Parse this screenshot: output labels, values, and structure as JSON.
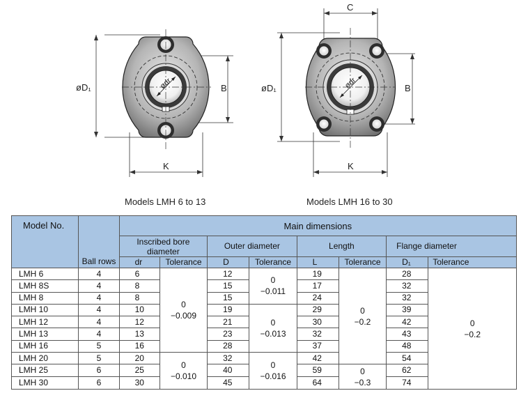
{
  "drawings": {
    "left": {
      "label_d1": "øD₁",
      "label_dr": "ødr",
      "label_b": "B",
      "label_k": "K",
      "caption": "Models LMH 6 to 13"
    },
    "right": {
      "label_c": "C",
      "label_d1": "øD₁",
      "label_dr": "ødr",
      "label_b": "B",
      "label_k": "K",
      "caption": "Models LMH 16 to 30"
    }
  },
  "table": {
    "headers": {
      "model": "Model No.",
      "ball_rows": "Ball rows",
      "main_dimensions": "Main dimensions",
      "inscribed_bore": "Inscribed bore diameter",
      "outer_diameter": "Outer diameter",
      "length": "Length",
      "flange_diameter": "Flange diameter",
      "dr": "dr",
      "d": "D",
      "l": "L",
      "d1": "D₁",
      "tolerance": "Tolerance"
    },
    "rows": [
      {
        "model": "LMH 6",
        "balls": "4",
        "dr": "6",
        "D": "12",
        "L": "19",
        "D1": "28"
      },
      {
        "model": "LMH 8S",
        "balls": "4",
        "dr": "8",
        "D": "15",
        "L": "17",
        "D1": "32"
      },
      {
        "model": "LMH 8",
        "balls": "4",
        "dr": "8",
        "D": "15",
        "L": "24",
        "D1": "32"
      },
      {
        "model": "LMH 10",
        "balls": "4",
        "dr": "10",
        "D": "19",
        "L": "29",
        "D1": "39"
      },
      {
        "model": "LMH 12",
        "balls": "4",
        "dr": "12",
        "D": "21",
        "L": "30",
        "D1": "42"
      },
      {
        "model": "LMH 13",
        "balls": "4",
        "dr": "13",
        "D": "23",
        "L": "32",
        "D1": "43"
      },
      {
        "model": "LMH 16",
        "balls": "5",
        "dr": "16",
        "D": "28",
        "L": "37",
        "D1": "48"
      },
      {
        "model": "LMH 20",
        "balls": "5",
        "dr": "20",
        "D": "32",
        "L": "42",
        "D1": "54"
      },
      {
        "model": "LMH 25",
        "balls": "6",
        "dr": "25",
        "D": "40",
        "L": "59",
        "D1": "62"
      },
      {
        "model": "LMH 30",
        "balls": "6",
        "dr": "30",
        "D": "45",
        "L": "64",
        "D1": "74"
      }
    ],
    "tolerances": {
      "dr_a": {
        "upper": "0",
        "lower": "−0.009"
      },
      "dr_b": {
        "upper": "0",
        "lower": "−0.010"
      },
      "D_a": {
        "upper": "0",
        "lower": "−0.011"
      },
      "D_b": {
        "upper": "0",
        "lower": "−0.013"
      },
      "D_c": {
        "upper": "0",
        "lower": "−0.016"
      },
      "L_a": {
        "upper": "0",
        "lower": "−0.2"
      },
      "L_b": {
        "upper": "0",
        "lower": "−0.3"
      },
      "D1_a": {
        "upper": "0",
        "lower": "−0.2"
      }
    }
  },
  "colors": {
    "header_bg": "#a9c5e3",
    "housing_dark": "#3a3a3a",
    "housing_grey": "#8e8e8e"
  }
}
